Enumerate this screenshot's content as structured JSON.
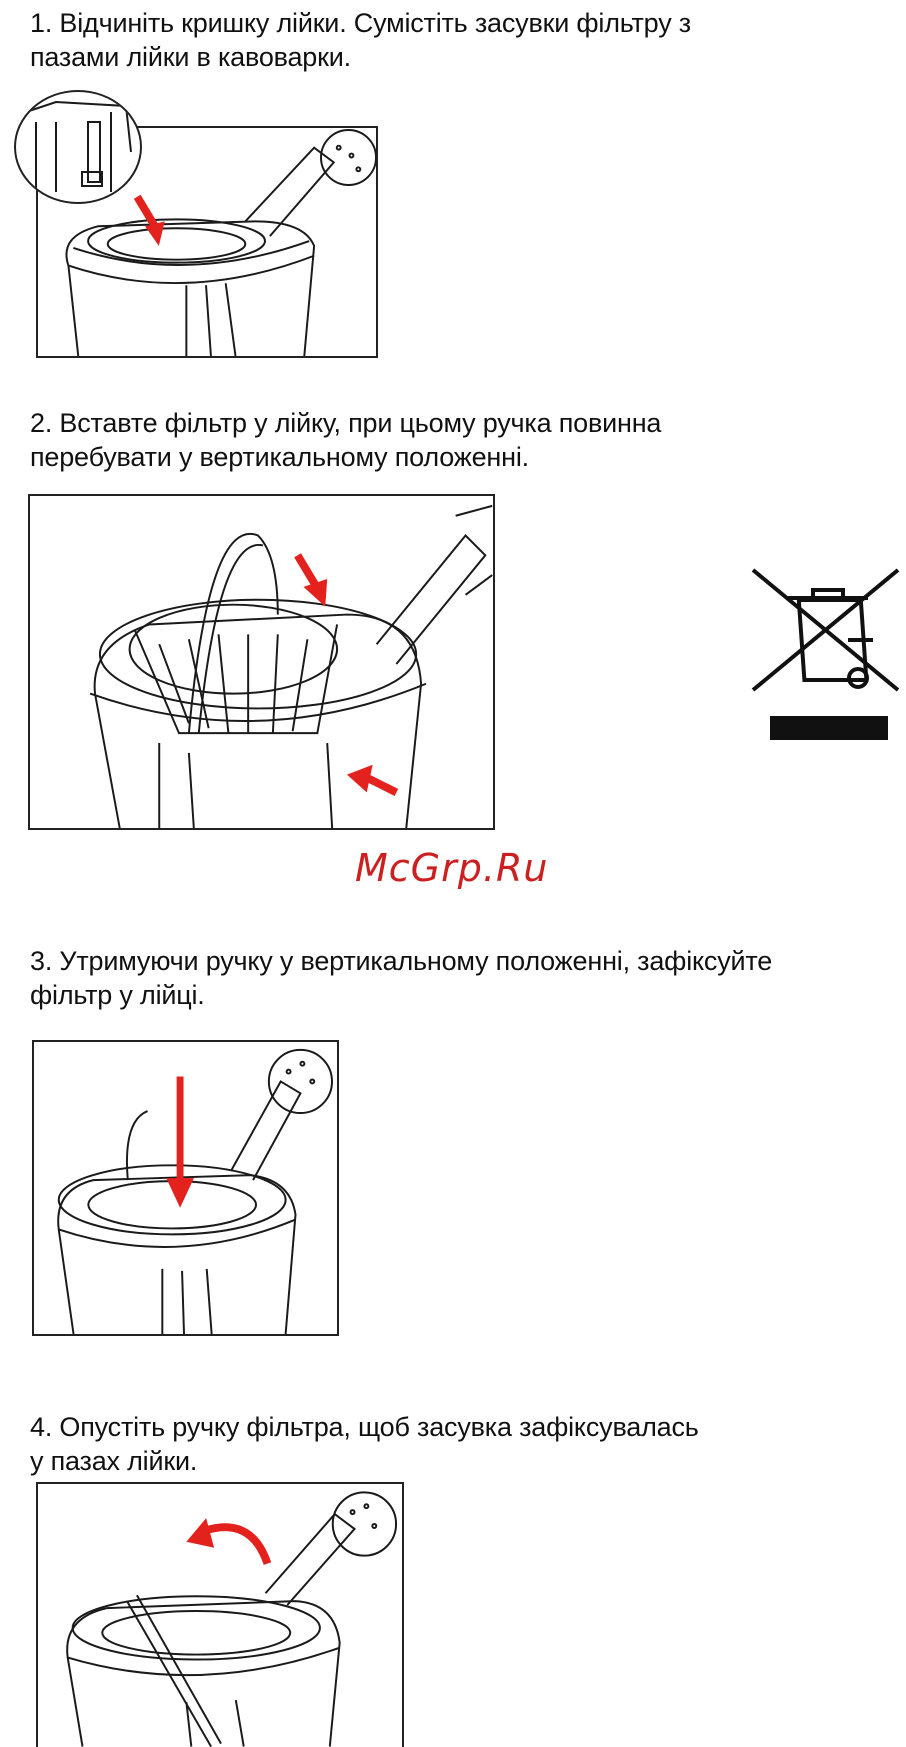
{
  "steps": [
    {
      "lines": [
        "1. Відчиніть кришку лійки. Сумістіть засувки фільтру з",
        "пазами лійки в кавоварки."
      ]
    },
    {
      "lines": [
        "2. Вставте фільтр у лійку, при цьому ручка повинна",
        "перебувати у вертикальному положенні."
      ]
    },
    {
      "lines": [
        "3. Утримуючи ручку у вертикальному положенні, зафіксуйте",
        "фільтр у лійці."
      ]
    },
    {
      "lines": [
        "4. Опустіть ручку фільтра, щоб засувка зафіксувалась",
        "у пазах  лійки."
      ]
    }
  ],
  "watermark": "McGrp.Ru",
  "colors": {
    "arrow": "#e3211d",
    "watermark": "#cc1f1f",
    "line": "#1a1a1a"
  },
  "icons": {
    "weee": "crossed-out-wheelie-bin-icon"
  }
}
